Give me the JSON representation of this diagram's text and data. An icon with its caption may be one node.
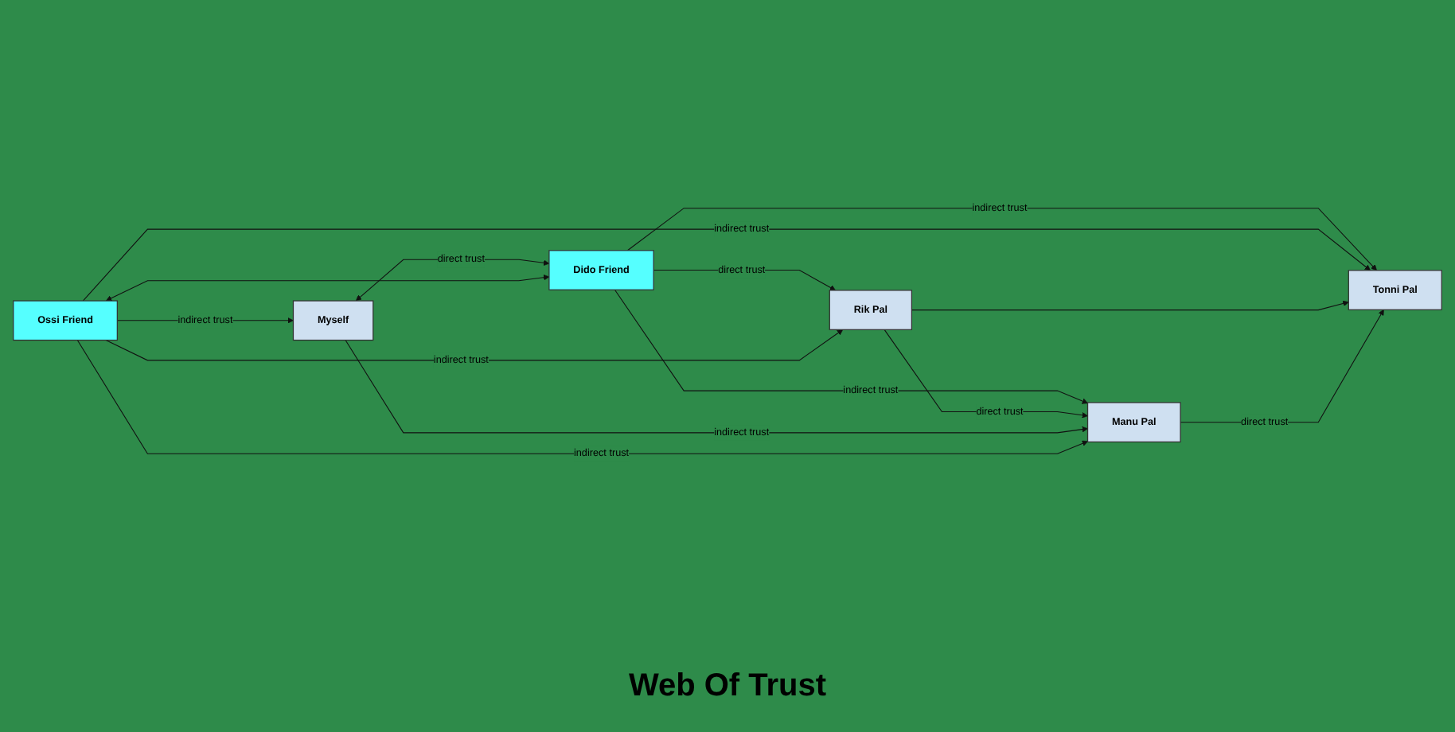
{
  "diagram": {
    "title": "Web Of Trust",
    "nodes": [
      {
        "text": [
          "Dido Friend"
        ]
      },
      {
        "text": [
          "Rik Pal"
        ]
      },
      {
        "text": [
          "Myself"
        ]
      },
      {
        "text": [
          "Manu Pal"
        ]
      },
      {
        "text": [
          "Ossi Friend"
        ]
      },
      {
        "text": [
          "Tonni Pal"
        ]
      }
    ],
    "edges": [
      {
        "from": 0,
        "to": 1,
        "arrow": "to",
        "label": "direct trust"
      },
      {
        "from": 0,
        "to": 3,
        "arrow": "to",
        "label": "indirect trust"
      },
      {
        "from": 2,
        "to": 0,
        "arrow": "both",
        "label": "direct trust"
      },
      {
        "from": 0,
        "to": 5,
        "arrow": "to",
        "label": "indirect trust"
      },
      {
        "from": 1,
        "to": 3,
        "arrow": "to",
        "label": "direct trust"
      },
      {
        "from": 2,
        "to": 3,
        "arrow": "to",
        "label": "indirect trust"
      },
      {
        "from": 4,
        "to": 0,
        "arrow": "both"
      },
      {
        "from": 4,
        "to": 1,
        "arrow": "to",
        "label": "indirect trust"
      },
      {
        "from": 4,
        "to": 2,
        "arrow": "to",
        "label": "indirect trust"
      },
      {
        "from": 4,
        "to": 3,
        "arrow": "to",
        "label": "indirect trust"
      },
      {
        "from": 4,
        "to": 5,
        "arrow": "to",
        "label": "indirect trust"
      },
      {
        "from": 1,
        "to": 5,
        "arrow": "to"
      },
      {
        "from": 3,
        "to": 5,
        "arrow": "to",
        "label": "direct trust"
      }
    ]
  }
}
